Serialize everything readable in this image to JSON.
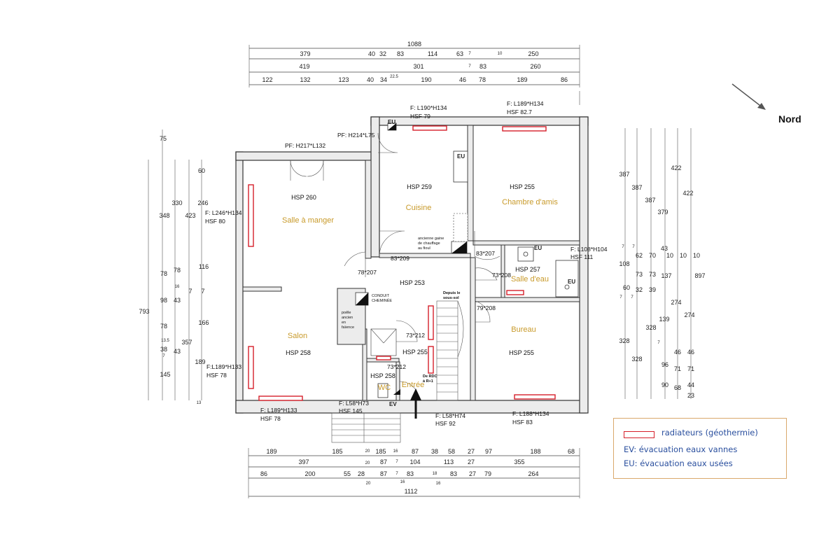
{
  "north_label": "Nord",
  "legend": {
    "radiators": "radiateurs (géothermie)",
    "ev": "EV: évacuation eaux vannes",
    "eu": "EU: évacuation eaux usées"
  },
  "rooms": {
    "salle_a_manger": "Salle à manger",
    "cuisine": "Cuisine",
    "chambre": "Chambre d'amis",
    "salle_eau": "Salle d'eau",
    "bureau": "Bureau",
    "salon": "Salon",
    "wc": "WC",
    "entree": "Entrée"
  },
  "hsp": {
    "salle_a_manger": "HSP 260",
    "cuisine": "HSP 259",
    "chambre": "HSP 255",
    "salle_eau": "HSP 257",
    "hall": "HSP 253",
    "bureau": "HSP 255",
    "salon": "HSP 258",
    "entree": "HSP 255",
    "wc": "HSP 258"
  },
  "openings": {
    "pf_salle": "PF: H217*L132",
    "pf_cuisine": "PF: H214*L75",
    "f_cuisine": "F: L190*H134",
    "hsf_cuisine": "HSF 79",
    "f_chambre": "F: L189*H134",
    "hsf_chambre": "HSF 82.7",
    "f_salle_left": "F: L246*H134",
    "hsf_salle_left": "HSF 80",
    "f_salon_left": "F:L189*H133",
    "hsf_salon_left": "HSF 78",
    "f_salon_bottom": "F: L189*H133",
    "hsf_salon_bottom": "HSF 78",
    "f_wc": "F: L58*H73",
    "hsf_wc": "HSF 145",
    "f_entree": "F: L58*H74",
    "hsf_entree": "HSF 92",
    "f_bureau": "F: L188*H134",
    "hsf_bureau": "HSF 83",
    "f_salle_eau": "F: L108*H104",
    "hsf_salle_eau": "HSF 111"
  },
  "doors": {
    "d1": "83*209",
    "d2": "83*207",
    "d3": "78*207",
    "d4": "73*208",
    "d5": "79*208",
    "d6": "73*212",
    "d7": "73*212"
  },
  "notes": {
    "gaine": [
      "ancienne gaine",
      "de chauffage",
      "au fioul"
    ],
    "conduit": [
      "CONDUIT",
      "CHEMINÉE"
    ],
    "poele": [
      "poêle",
      "ancien",
      "en",
      "faïence"
    ],
    "depuis": [
      "Depuis le",
      "sous-sol"
    ],
    "rdc": [
      "De RDC",
      "à R+1"
    ],
    "eu": "EU",
    "ev": "EV"
  },
  "top_dims": {
    "total": "1088",
    "row1": [
      "379",
      "40",
      "32",
      "83",
      "114",
      "63",
      "7",
      "10",
      "250"
    ],
    "row2": [
      "419",
      "301",
      "7",
      "83",
      "260"
    ],
    "row3": [
      "122",
      "132",
      "123",
      "40",
      "34",
      "22.5",
      "190",
      "46",
      "78",
      "189",
      "86"
    ]
  },
  "bottom_dims": {
    "row1": [
      "189",
      "185",
      "20",
      "185",
      "16",
      "87",
      "38",
      "58",
      "27",
      "97",
      "188",
      "68"
    ],
    "row2": [
      "397",
      "20",
      "87",
      "7",
      "104",
      "113",
      "27",
      "355"
    ],
    "row3": [
      "86",
      "200",
      "55",
      "28",
      "87",
      "7",
      "83",
      "18",
      "83",
      "27",
      "79",
      "264"
    ],
    "row3_sub": [
      "20",
      "16",
      "16"
    ],
    "total": "1112"
  },
  "left_dims": [
    "75",
    "60",
    "330",
    "246",
    "348",
    "423",
    "78",
    "78",
    "116",
    "16",
    "7",
    "7",
    "98",
    "43",
    "793",
    "78",
    "166",
    "13.5",
    "38",
    "7",
    "357",
    "43",
    "189",
    "145",
    "13"
  ],
  "right_dims": [
    "422",
    "387",
    "387",
    "422",
    "387",
    "379",
    "7",
    "7",
    "43",
    "62",
    "70",
    "10",
    "10",
    "10",
    "108",
    "73",
    "73",
    "137",
    "897",
    "60",
    "32",
    "39",
    "7",
    "7",
    "274",
    "139",
    "274",
    "328",
    "328",
    "7",
    "46",
    "46",
    "328",
    "96",
    "71",
    "71",
    "90",
    "68",
    "44",
    "23"
  ]
}
